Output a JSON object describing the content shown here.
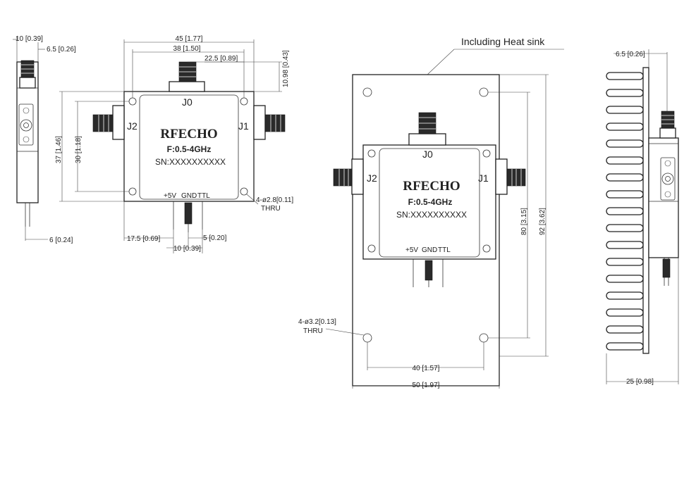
{
  "brand": "RFECHO",
  "frequency": "F:0.5-4GHz",
  "serial": "SN:XXXXXXXXXX",
  "ports": {
    "j0": "J0",
    "j1": "J1",
    "j2": "J2"
  },
  "pins": {
    "v5": "+5V",
    "gnd": "GND",
    "ttl": "TTL"
  },
  "heatsink_label": "Including Heat sink",
  "thru": "THRU",
  "holes_small": "4-ø2.8[0.11]",
  "holes_large": "4-ø3.2[0.13]",
  "dims": {
    "side_width": "10 [0.39]",
    "side_conn": "6.5 [0.26]",
    "side_pin": "6 [0.24]",
    "top_width": "45 [1.77]",
    "top_holes": "38 [1.50]",
    "top_j0": "22.5 [0.89]",
    "top_height_j0": "10.98 [0.43]",
    "body_height": "37 [1.46]",
    "holes_v": "30 [1.18]",
    "pin_offset": "17.5 [0.69]",
    "pin_pitch_a": "5 [0.20]",
    "pin_pitch_b": "10 [0.39]",
    "hs_holes_v": "80 [3.15]",
    "hs_height": "92 [3.62]",
    "hs_holes_h": "40 [1.57]",
    "hs_width": "50 [1.97]",
    "hs_side_conn": "6.5 [0.26]",
    "hs_depth": "25 [0.98]"
  }
}
